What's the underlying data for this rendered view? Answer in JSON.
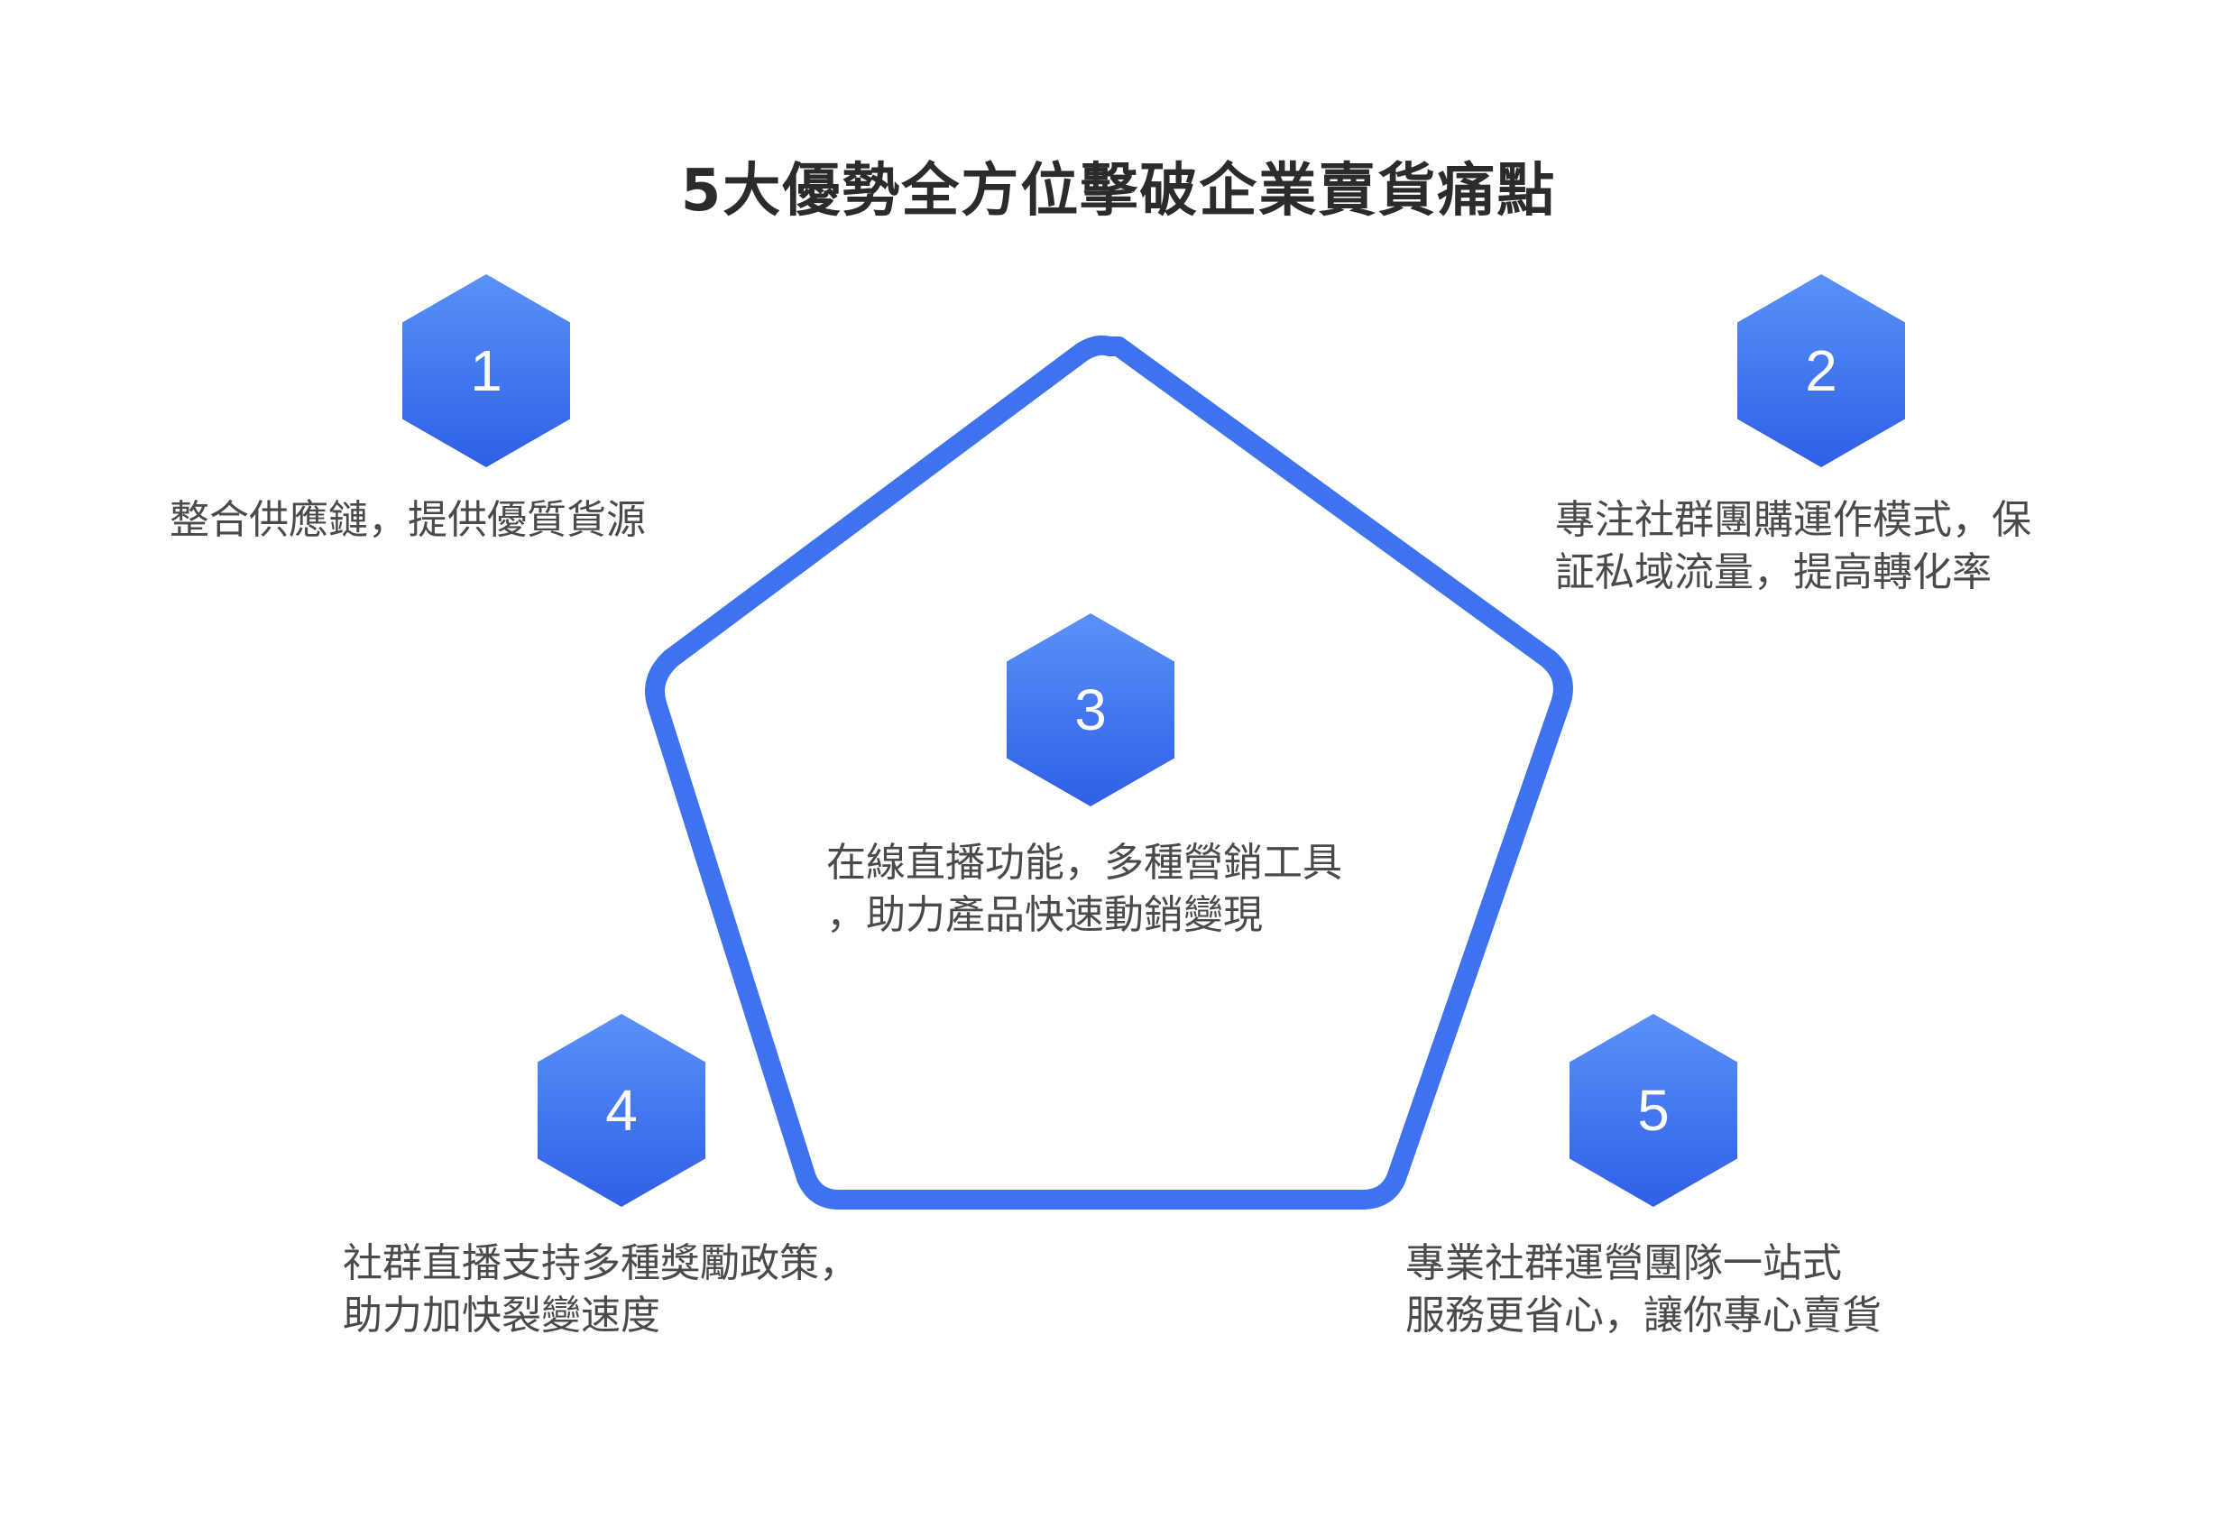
{
  "title": "5大優勢全方位擊破企業賣貨痛點",
  "colors": {
    "pentagon_stroke": "#3e72ee",
    "hex_top": "#5a91f8",
    "hex_bottom": "#2f5fe6",
    "title_text": "#2b2b2b",
    "body_text": "#4a4a4a"
  },
  "items": [
    {
      "number": "1",
      "lines": [
        "整合供應鏈，提供優質貨源"
      ]
    },
    {
      "number": "2",
      "lines": [
        "專注社群團購運作模式，保",
        "証私域流量，提高轉化率"
      ]
    },
    {
      "number": "3",
      "lines": [
        "在線直播功能，多種營銷工具",
        "，助力產品快速動銷變現"
      ]
    },
    {
      "number": "4",
      "lines": [
        "社群直播支持多種獎勵政策，",
        "助力加快裂變速度"
      ]
    },
    {
      "number": "5",
      "lines": [
        "專業社群運營團隊一站式",
        "服務更省心，讓你專心賣貨"
      ]
    }
  ]
}
